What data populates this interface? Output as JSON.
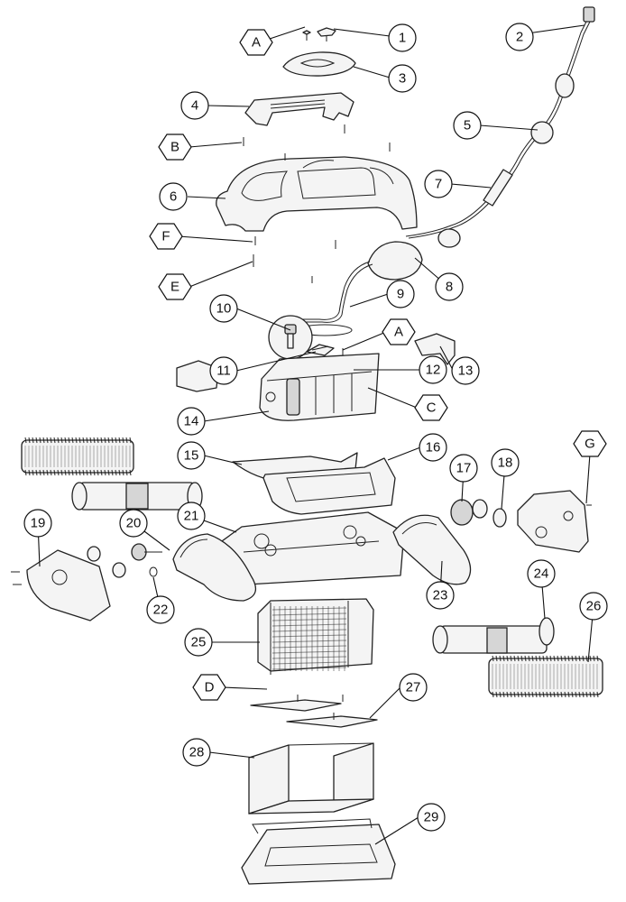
{
  "part_numbers": [
    "1",
    "2",
    "3",
    "4",
    "5",
    "6",
    "7",
    "8",
    "9",
    "10",
    "11",
    "12",
    "13",
    "14",
    "15",
    "16",
    "17",
    "18",
    "19",
    "20",
    "21",
    "22",
    "23",
    "24",
    "25",
    "26",
    "27",
    "28",
    "29"
  ],
  "fastener_letters": {
    "a_top": "A",
    "a_mid": "A",
    "b": "B",
    "c": "C",
    "d": "D",
    "e": "E",
    "f": "F",
    "g": "G"
  }
}
